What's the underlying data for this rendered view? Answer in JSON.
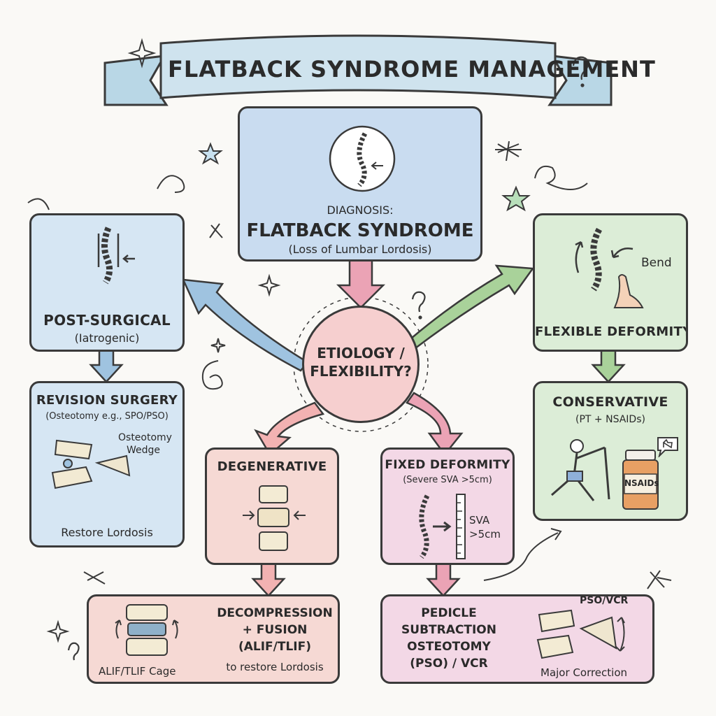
{
  "title": "FLATBACK SYNDROME MANAGEMENT",
  "diagnosis": {
    "line1": "DIAGNOSIS:",
    "line2": "FLATBACK SYNDROME",
    "line3": "(Loss of Lumbar Lordosis)"
  },
  "center": {
    "line1": "ETIOLOGY /",
    "line2": "FLEXIBILITY?"
  },
  "post_surgical": {
    "title": "POST-SURGICAL",
    "subtitle": "(Iatrogenic)"
  },
  "revision": {
    "title": "REVISION SURGERY",
    "subtitle": "(Osteotomy e.g., SPO/PSO)",
    "wedge_label_1": "Osteotomy",
    "wedge_label_2": "Wedge",
    "footer": "Restore Lordosis"
  },
  "flexible": {
    "title": "FLEXIBLE DEFORMITY",
    "bend_label": "Bend"
  },
  "conservative": {
    "title": "CONSERVATIVE",
    "subtitle": "(PT + NSAIDs)",
    "bottle_label": "NSAIDs"
  },
  "degenerative": {
    "title": "DEGENERATIVE"
  },
  "fixed": {
    "title": "FIXED DEFORMITY",
    "subtitle": "(Severe SVA >5cm)",
    "sva_1": "SVA",
    "sva_2": ">5cm"
  },
  "decompression": {
    "line1": "DECOMPRESSION",
    "line2": "+ FUSION",
    "line3": "(ALIF/TLIF)",
    "line4": "to restore Lordosis",
    "cage_label": "ALIF/TLIF Cage"
  },
  "pso": {
    "line1": "PEDICLE",
    "line2": "SUBTRACTION",
    "line3": "OSTEOTOMY",
    "line4": "(PSO) / VCR",
    "top_label": "PSO/VCR",
    "footer": "Major Correction"
  },
  "colors": {
    "blue_box": "#d6e6f3",
    "green_box": "#dcedd7",
    "red_box": "#f6d9d4",
    "pink_box": "#f3d8e6",
    "blue_arrow": "#9fc3e0",
    "green_arrow": "#a9d29a",
    "pink_arrow": "#eba3b5",
    "banner": "#cfe3ee"
  }
}
